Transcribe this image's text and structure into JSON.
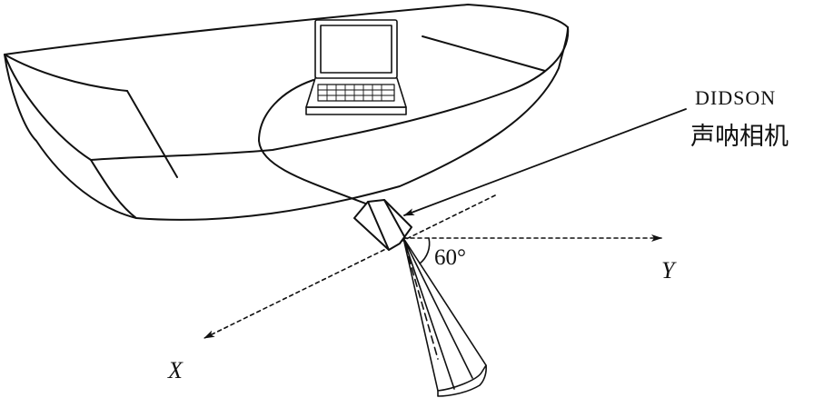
{
  "labels": {
    "device_name": "DIDSON",
    "device_desc": "声呐相机",
    "angle": "60°",
    "axis_y": "Y",
    "axis_x": "X"
  },
  "colors": {
    "stroke": "#111111",
    "background": "#ffffff"
  }
}
